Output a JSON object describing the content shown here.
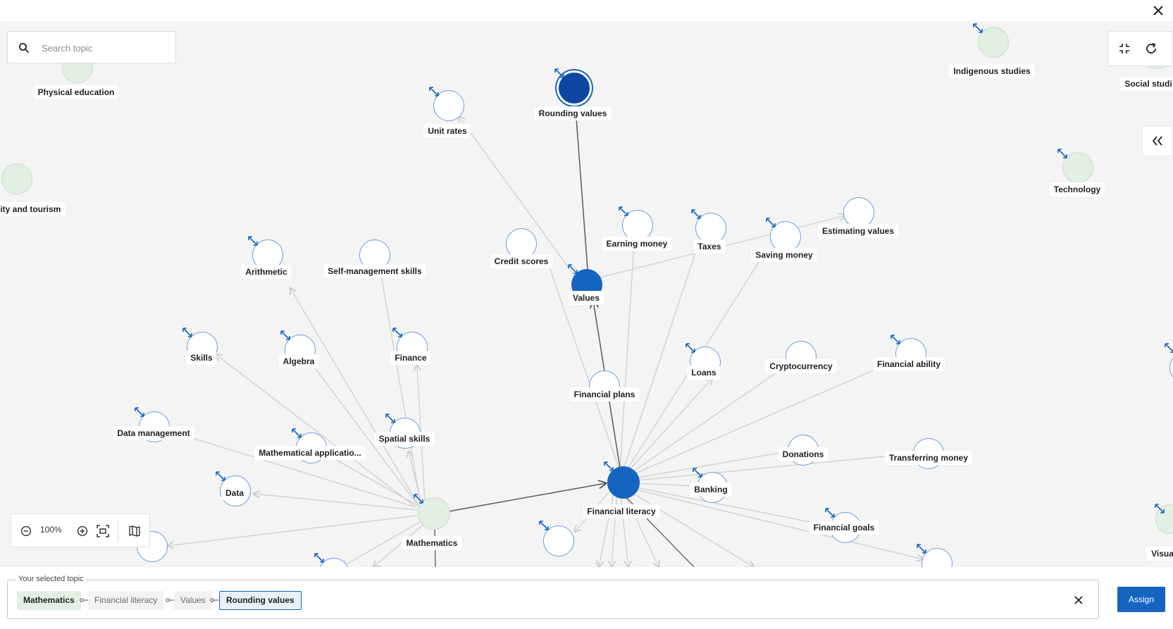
{
  "search": {
    "placeholder": "Search topic",
    "value": ""
  },
  "zoom": {
    "value": "100%"
  },
  "graph": {
    "nodes": {
      "physical_education": "Physical education",
      "rounding_values": "Rounding values",
      "unit_rates": "Unit rates",
      "indigenous_studies": "Indigenous studies",
      "social_studies": "Social studi",
      "hospitality_tourism": "ility and tourism",
      "technology": "Technology",
      "estimating_values": "Estimating values",
      "earning_money": "Earning money",
      "taxes": "Taxes",
      "saving_money": "Saving money",
      "credit_scores": "Credit scores",
      "values": "Values",
      "arithmetic": "Arithmetic",
      "self_management": "Self-management skills",
      "skills": "Skills",
      "algebra": "Algebra",
      "finance": "Finance",
      "loans": "Loans",
      "cryptocurrency": "Cryptocurrency",
      "financial_ability": "Financial ability",
      "financial_plans": "Financial plans",
      "data_management": "Data management",
      "spatial_skills": "Spatial skills",
      "mathematical_applications": "Mathematical applicatio...",
      "data": "Data",
      "donations": "Donations",
      "transferring_money": "Transferring money",
      "financial_literacy": "Financial literacy",
      "banking": "Banking",
      "mathematics": "Mathematics",
      "financial_goals": "Financial goals",
      "visual": "Visua"
    }
  },
  "selection": {
    "legend": "Your selected topic",
    "path": [
      "Mathematics",
      "Financial literacy",
      "Values",
      "Rounding values"
    ],
    "assign_label": "Assign"
  },
  "colors": {
    "accent": "#1565c0",
    "selected_node": "#0d47a1",
    "subject_node": "#e4efe4",
    "canvas": "#f4f4f4"
  },
  "icons": [
    "close-icon",
    "search-icon",
    "exit-fullscreen-icon",
    "refresh-icon",
    "double-chevron-left-icon",
    "zoom-out-icon",
    "zoom-in-icon",
    "fit-view-icon",
    "map-icon",
    "expand-icon",
    "link-icon"
  ]
}
